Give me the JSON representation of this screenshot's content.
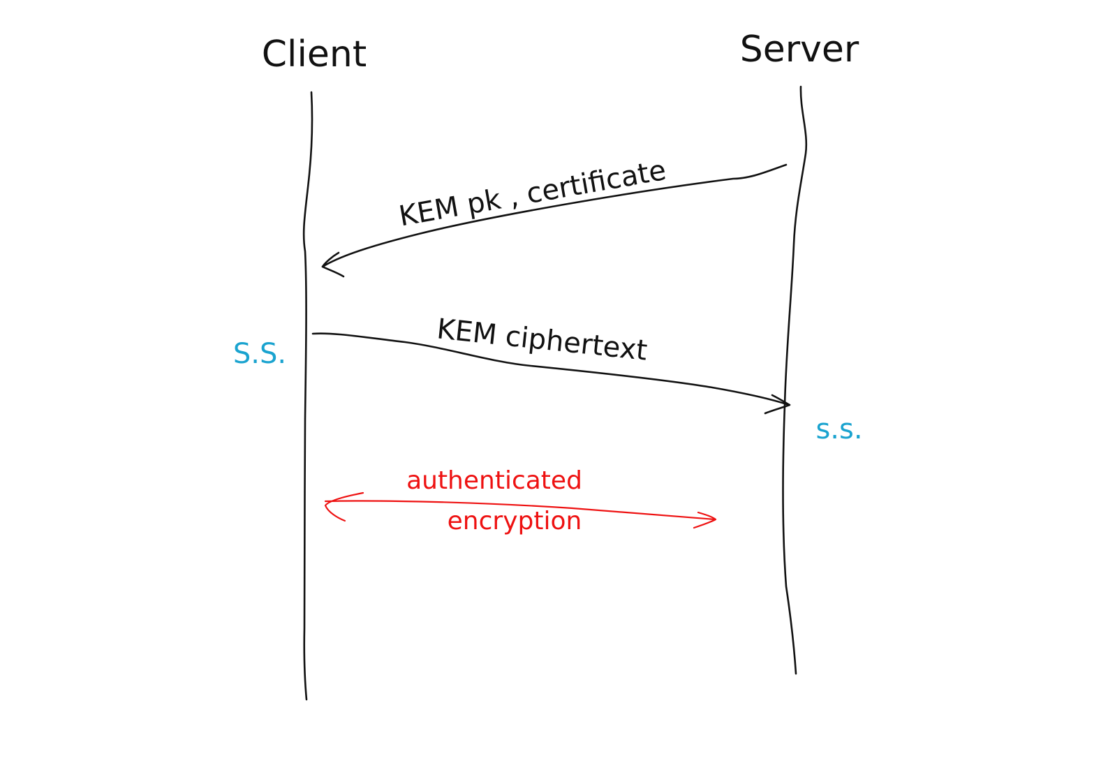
{
  "participants": {
    "client": "Client",
    "server": "Server"
  },
  "messages": {
    "msg1": {
      "label": "KEM pk ,  certificate",
      "direction": "server-to-client"
    },
    "msg2": {
      "label": "KEM ciphertext",
      "direction": "client-to-server"
    },
    "msg3": {
      "label_line1": "authenticated",
      "label_line2": "encryption",
      "direction": "bidirectional"
    }
  },
  "notes": {
    "client_secret": "S.S.",
    "server_secret": "s.s."
  },
  "colors": {
    "ink": "#111111",
    "secret": "#1aa3cf",
    "encryption": "#ee1111",
    "background": "#ffffff"
  }
}
